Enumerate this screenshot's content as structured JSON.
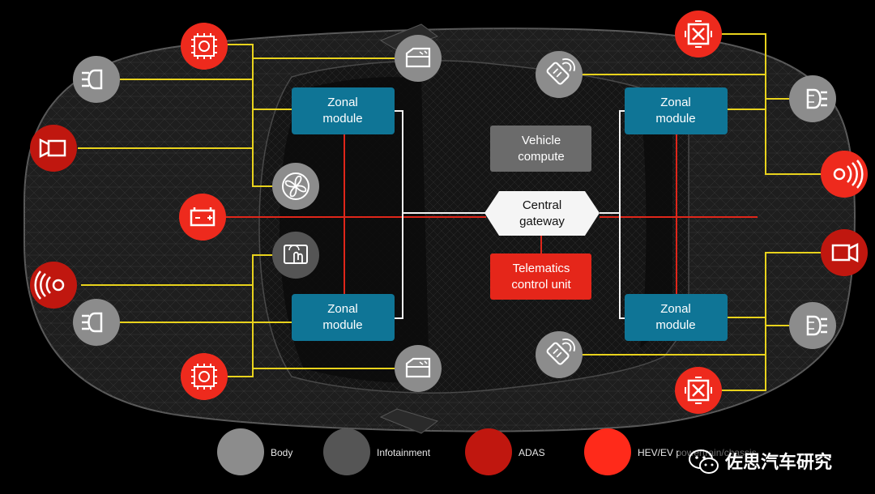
{
  "nodes": {
    "zonal_tl": {
      "line1": "Zonal",
      "line2": "module"
    },
    "zonal_tr": {
      "line1": "Zonal",
      "line2": "module"
    },
    "zonal_bl": {
      "line1": "Zonal",
      "line2": "module"
    },
    "zonal_br": {
      "line1": "Zonal",
      "line2": "module"
    },
    "vehicle_compute": {
      "line1": "Vehicle",
      "line2": "compute"
    },
    "central_gateway": {
      "line1": "Central",
      "line2": "gateway"
    },
    "telematics": {
      "line1": "Telematics",
      "line2": "control unit"
    }
  },
  "legend": [
    {
      "label": "Body",
      "color": "#8c8c8c"
    },
    {
      "label": "Infotainment",
      "color": "#555555"
    },
    {
      "label": "ADAS",
      "color": "#c0170f"
    },
    {
      "label": "HEV/EV powertrain/chassis",
      "color": "#ff2a1a"
    }
  ],
  "watermark": {
    "text": "佐思汽车研究"
  },
  "colors": {
    "zonal": "#0f7596",
    "compute": "#6b6b6b",
    "telematics": "#e5261a",
    "wire_yellow": "#e8d21c",
    "wire_red": "#e0261a",
    "wire_white": "#f2f2f2"
  },
  "icons": [
    {
      "id": "ecu-chip-top-left",
      "category": "HEV/EV powertrain/chassis"
    },
    {
      "id": "headlight-front-left",
      "category": "Body"
    },
    {
      "id": "camera-front",
      "category": "ADAS"
    },
    {
      "id": "fan",
      "category": "Body"
    },
    {
      "id": "battery",
      "category": "HEV/EV powertrain/chassis"
    },
    {
      "id": "touchscreen",
      "category": "Infotainment"
    },
    {
      "id": "radar-front",
      "category": "ADAS"
    },
    {
      "id": "headlight-rear-left",
      "category": "Body"
    },
    {
      "id": "ecu-chip-bottom-left",
      "category": "HEV/EV powertrain/chassis"
    },
    {
      "id": "window-top",
      "category": "Body"
    },
    {
      "id": "window-bottom",
      "category": "Body"
    },
    {
      "id": "key-fob-top",
      "category": "Body"
    },
    {
      "id": "key-fob-bottom",
      "category": "Body"
    },
    {
      "id": "brake-top",
      "category": "HEV/EV powertrain/chassis"
    },
    {
      "id": "brake-bottom",
      "category": "HEV/EV powertrain/chassis"
    },
    {
      "id": "taillight-top",
      "category": "Body"
    },
    {
      "id": "taillight-bottom",
      "category": "Body"
    },
    {
      "id": "radar-rear",
      "category": "ADAS"
    },
    {
      "id": "camera-rear",
      "category": "ADAS"
    }
  ]
}
